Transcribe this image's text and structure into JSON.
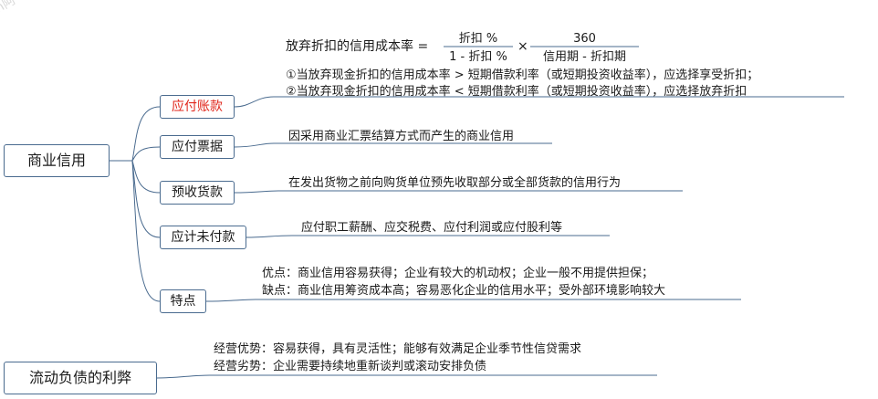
{
  "watermark": "n阿",
  "root_commercial": "商业信用",
  "root_pros_cons": "流动负债的利弊",
  "branches": {
    "payable": "应付账款",
    "notes": "应付票据",
    "advance": "预收货款",
    "accrued": "应计未付款",
    "features": "特点"
  },
  "formula": {
    "lhs": "放弃折扣的信用成本率 =",
    "f1_num": "折扣 %",
    "f1_den": "1 - 折扣 %",
    "times": "×",
    "f2_num": "360",
    "f2_den": "信用期 - 折扣期"
  },
  "payable_rule1": "①当放弃现金折扣的信用成本率 > 短期借款利率（或短期投资收益率），应选择享受折扣；",
  "payable_rule2": "②当放弃现金折扣的信用成本率 < 短期借款利率（或短期投资收益率），应选择放弃折扣",
  "notes_desc": "因采用商业汇票结算方式而产生的商业信用",
  "advance_desc": "在发出货物之前向购货单位预先收取部分或全部货款的信用行为",
  "accrued_desc": "应付职工薪酬、应交税费、应付利润或应付股利等",
  "features_pros": "优点：商业信用容易获得；企业有较大的机动权；企业一般不用提供担保；",
  "features_cons": "缺点：商业信用筹资成本高；容易恶化企业的信用水平；受外部环境影响较大",
  "pros_cons_adv": "经营优势：容易获得，具有灵活性；能够有效满足企业季节性信贷需求",
  "pros_cons_dis": "经营劣势：企业需要持续地重新谈判或滚动安排负债",
  "colors": {
    "line": "#4a6b8f",
    "highlight": "#e0261b"
  }
}
